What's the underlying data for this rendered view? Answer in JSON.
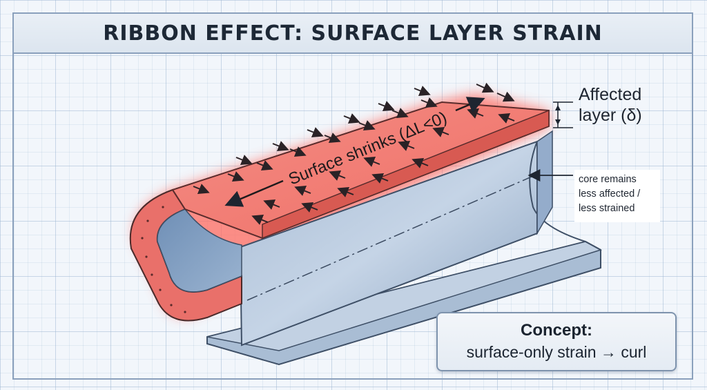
{
  "title": "RIBBON EFFECT: SURFACE LAYER STRAIN",
  "labels": {
    "surface_shrinks": "Surface shrinks (ΔL<0)",
    "affected_line1": "Affected",
    "affected_line2": "layer (δ)",
    "core_line1": "core remains",
    "core_line2": "less affected /",
    "core_line3": "less strained"
  },
  "concept": {
    "title": "Concept:",
    "text": "surface-only strain → curl"
  },
  "colors": {
    "surface_layer": "#ef7b73",
    "surface_glow": "#ff5a50",
    "core_steel": "#8fa9c6",
    "title_text": "#1d2836"
  }
}
